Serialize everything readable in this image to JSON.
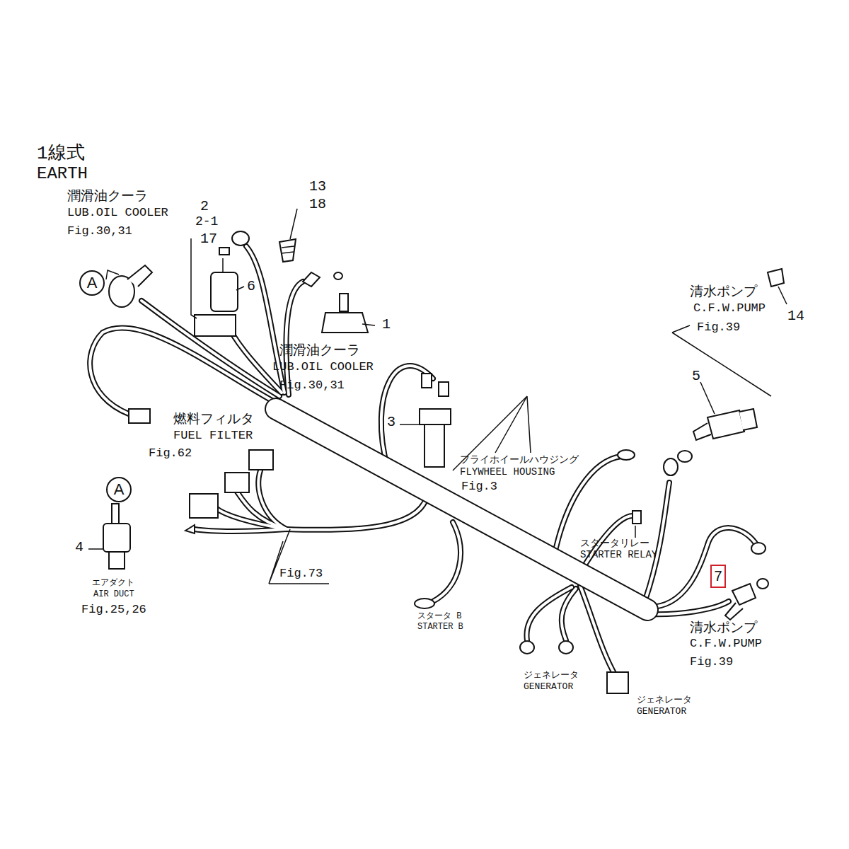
{
  "diagram": {
    "nodes": [
      {
        "text": [
          "A"
        ]
      },
      {
        "text": [
          "A"
        ]
      },
      {
        "text": [
          "7"
        ]
      }
    ],
    "labels": [
      "1線式",
      "EARTH",
      "潤滑油クーラ",
      "LUB.OIL COOLER",
      "Fig.30,31",
      "2",
      "2-1",
      "17",
      "6",
      "13",
      "18",
      "1",
      "潤滑油クーラ",
      "LUB.OIL COOLER",
      "Fig.30,31",
      "清水ポンプ",
      "C.F.W.PUMP",
      "Fig.39",
      "14",
      "5",
      "燃料フィルタ",
      "FUEL FILTER",
      "Fig.62",
      "3",
      "フライホイールハウジング",
      "FLYWHEEL HOUSING",
      "Fig.3",
      "4",
      "エアダクト",
      "AIR DUCT",
      "Fig.25,26",
      "Fig.73",
      "スタータリレー",
      "STARTER RELAY",
      "スタータ B",
      "STARTER B",
      "ジェネレータ",
      "GENERATOR",
      "ジェネレータ",
      "GENERATOR",
      "清水ポンプ",
      "C.F.W.PUMP",
      "Fig.39"
    ]
  }
}
